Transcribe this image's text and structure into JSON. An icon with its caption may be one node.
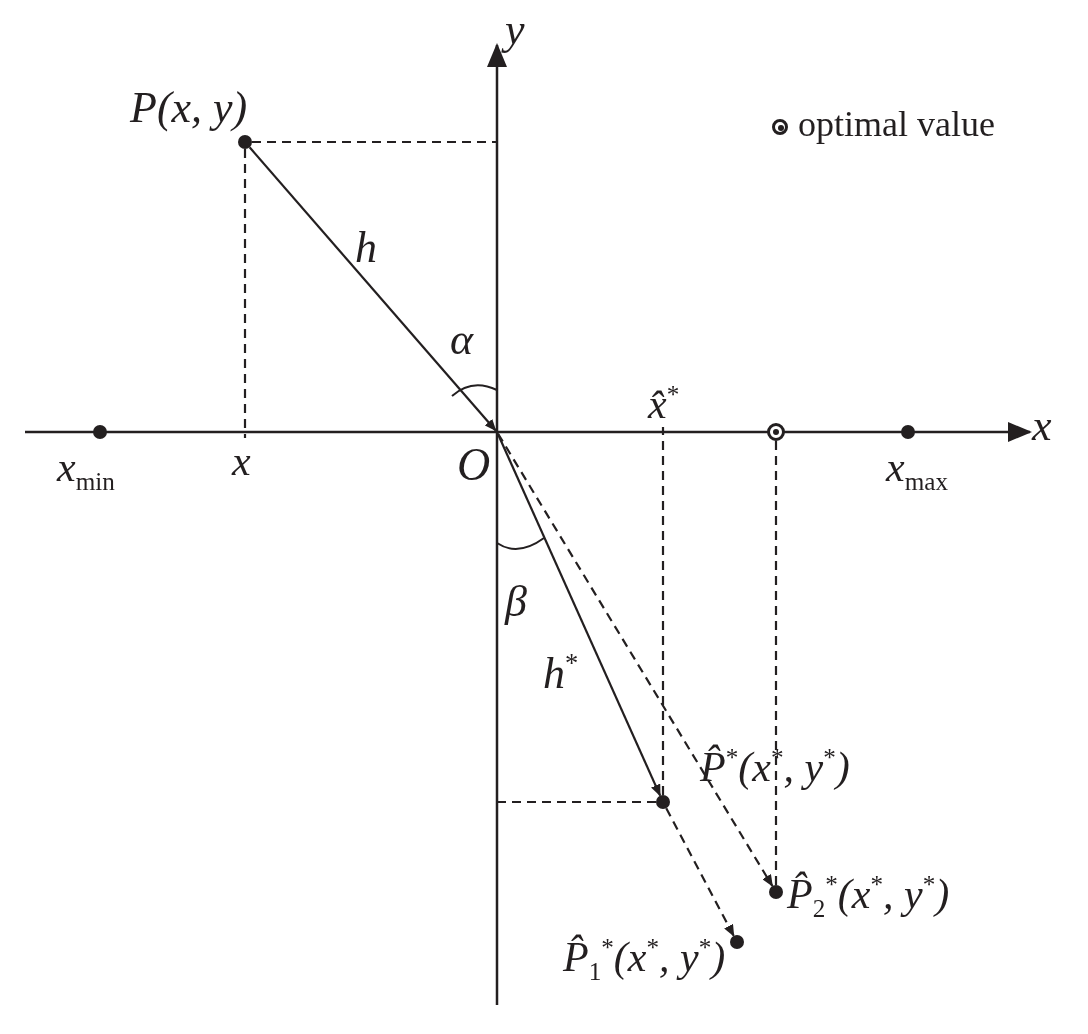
{
  "diagram": {
    "nodes": [
      {
        "text": [
          "P(x, y)"
        ]
      },
      {
        "text": [
          "O"
        ]
      },
      {
        "text": [
          "x$_{min}$"
        ]
      },
      {
        "text": [
          "x"
        ]
      },
      {
        "text": [
          "x̂$^{*}$"
        ]
      },
      {
        "text": [],
        "shape": "circle"
      },
      {
        "text": [
          "x$_{max}$"
        ]
      },
      {
        "text": [
          "P̂$^{*}$(x$^{*}$, y$^{*}$)"
        ]
      },
      {
        "text": [
          "P̂$_{2}$$^{*}$(x$^{*}$, y$^{*}$)"
        ]
      },
      {
        "text": [
          "P̂$_{1}$$^{*}$(x$^{*}$, y$^{*}$)"
        ]
      }
    ],
    "edges": [
      {
        "from": 0,
        "to": 1,
        "arrow": "to",
        "label": "h"
      },
      {
        "from": 1,
        "to": 7,
        "arrow": "to",
        "label": "h$^{*}$"
      },
      {
        "from": 7,
        "to": 9,
        "arrow": "to",
        "style": "dashed"
      },
      {
        "from": 1,
        "to": 8,
        "arrow": "to",
        "style": "dashed"
      },
      {
        "from": 0,
        "to": 3,
        "arrow": "none",
        "style": "dashed"
      },
      {
        "from": 7,
        "to": 4,
        "arrow": "none",
        "style": "dashed"
      },
      {
        "from": 8,
        "to": 5,
        "arrow": "none",
        "style": "dashed"
      }
    ],
    "labels": [
      "y",
      "x",
      "α",
      "β"
    ],
    "legend": [
      {
        "text": "optimal value"
      }
    ]
  }
}
